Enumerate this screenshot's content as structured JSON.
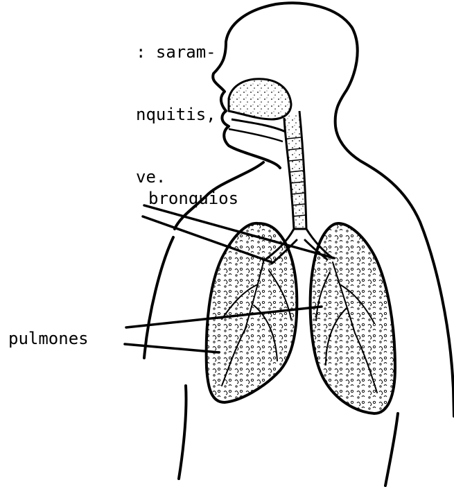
{
  "text_fragment": {
    "lines": [
      ": saram-",
      "nquitis,",
      "ve."
    ]
  },
  "labels": {
    "bronquios": "bronquios",
    "pulmones": "pulmones"
  },
  "colors": {
    "ink": "#000000",
    "paper": "#ffffff"
  }
}
